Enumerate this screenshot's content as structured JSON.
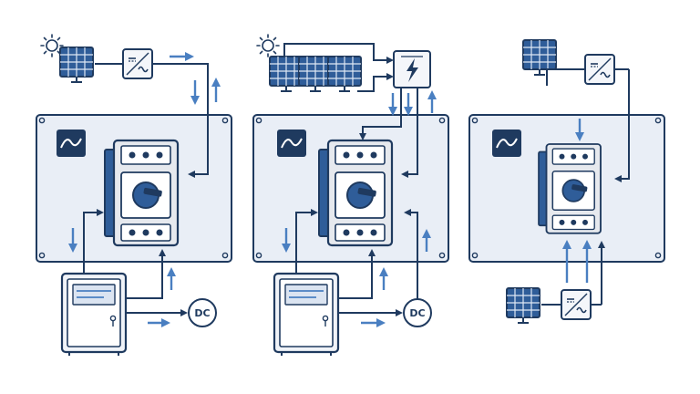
{
  "colors": {
    "navy": "#1f3a5f",
    "panel": "#e9eef6",
    "breaker": "#e6e9ee",
    "accent": "#4a7fc1",
    "solar": "#2f5d99"
  },
  "labels": {
    "dc": "DC"
  },
  "icons": [
    "sun-icon",
    "solar-panel-icon",
    "inverter-icon",
    "breaker-icon",
    "sine-wave-icon",
    "lightning-icon",
    "meter-icon"
  ],
  "panels": [
    {
      "id": "diagram-1",
      "sun": true
    },
    {
      "id": "diagram-2",
      "sun": true
    },
    {
      "id": "diagram-3",
      "sun": false
    }
  ]
}
